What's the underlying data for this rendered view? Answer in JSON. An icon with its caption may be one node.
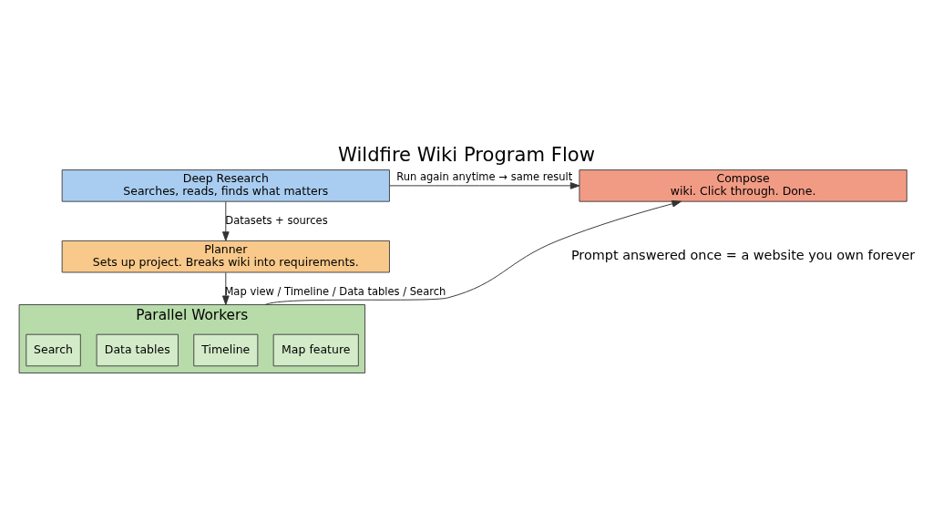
{
  "diagram": {
    "title": "Wildfire Wiki Program Flow",
    "caption": "Prompt answered once = a website you own forever",
    "nodes": [
      {
        "text": [
          "Deep Research",
          "Searches, reads, finds what matters"
        ]
      },
      {
        "text": [
          "Planner",
          "Sets up project. Breaks wiki into requirements."
        ]
      },
      {
        "text": [
          "Parallel Workers"
        ]
      },
      {
        "text": [
          "Map feature"
        ],
        "in": 2
      },
      {
        "text": [
          "Timeline"
        ],
        "in": 2
      },
      {
        "text": [
          "Data tables"
        ],
        "in": 2
      },
      {
        "text": [
          "Search"
        ],
        "in": 2
      },
      {
        "text": [
          "Compose",
          "wiki. Click through. Done."
        ]
      }
    ],
    "edges": [
      {
        "from": 0,
        "to": 1,
        "arrow": "to",
        "label": "Datasets + sources"
      },
      {
        "from": 1,
        "to": 2,
        "arrow": "to",
        "label": "Map view / Timeline / Data tables / Search"
      },
      {
        "from": 2,
        "to": 7,
        "arrow": "to"
      },
      {
        "from": 0,
        "to": 7,
        "arrow": "to",
        "label": "Run again anytime → same result"
      }
    ]
  }
}
